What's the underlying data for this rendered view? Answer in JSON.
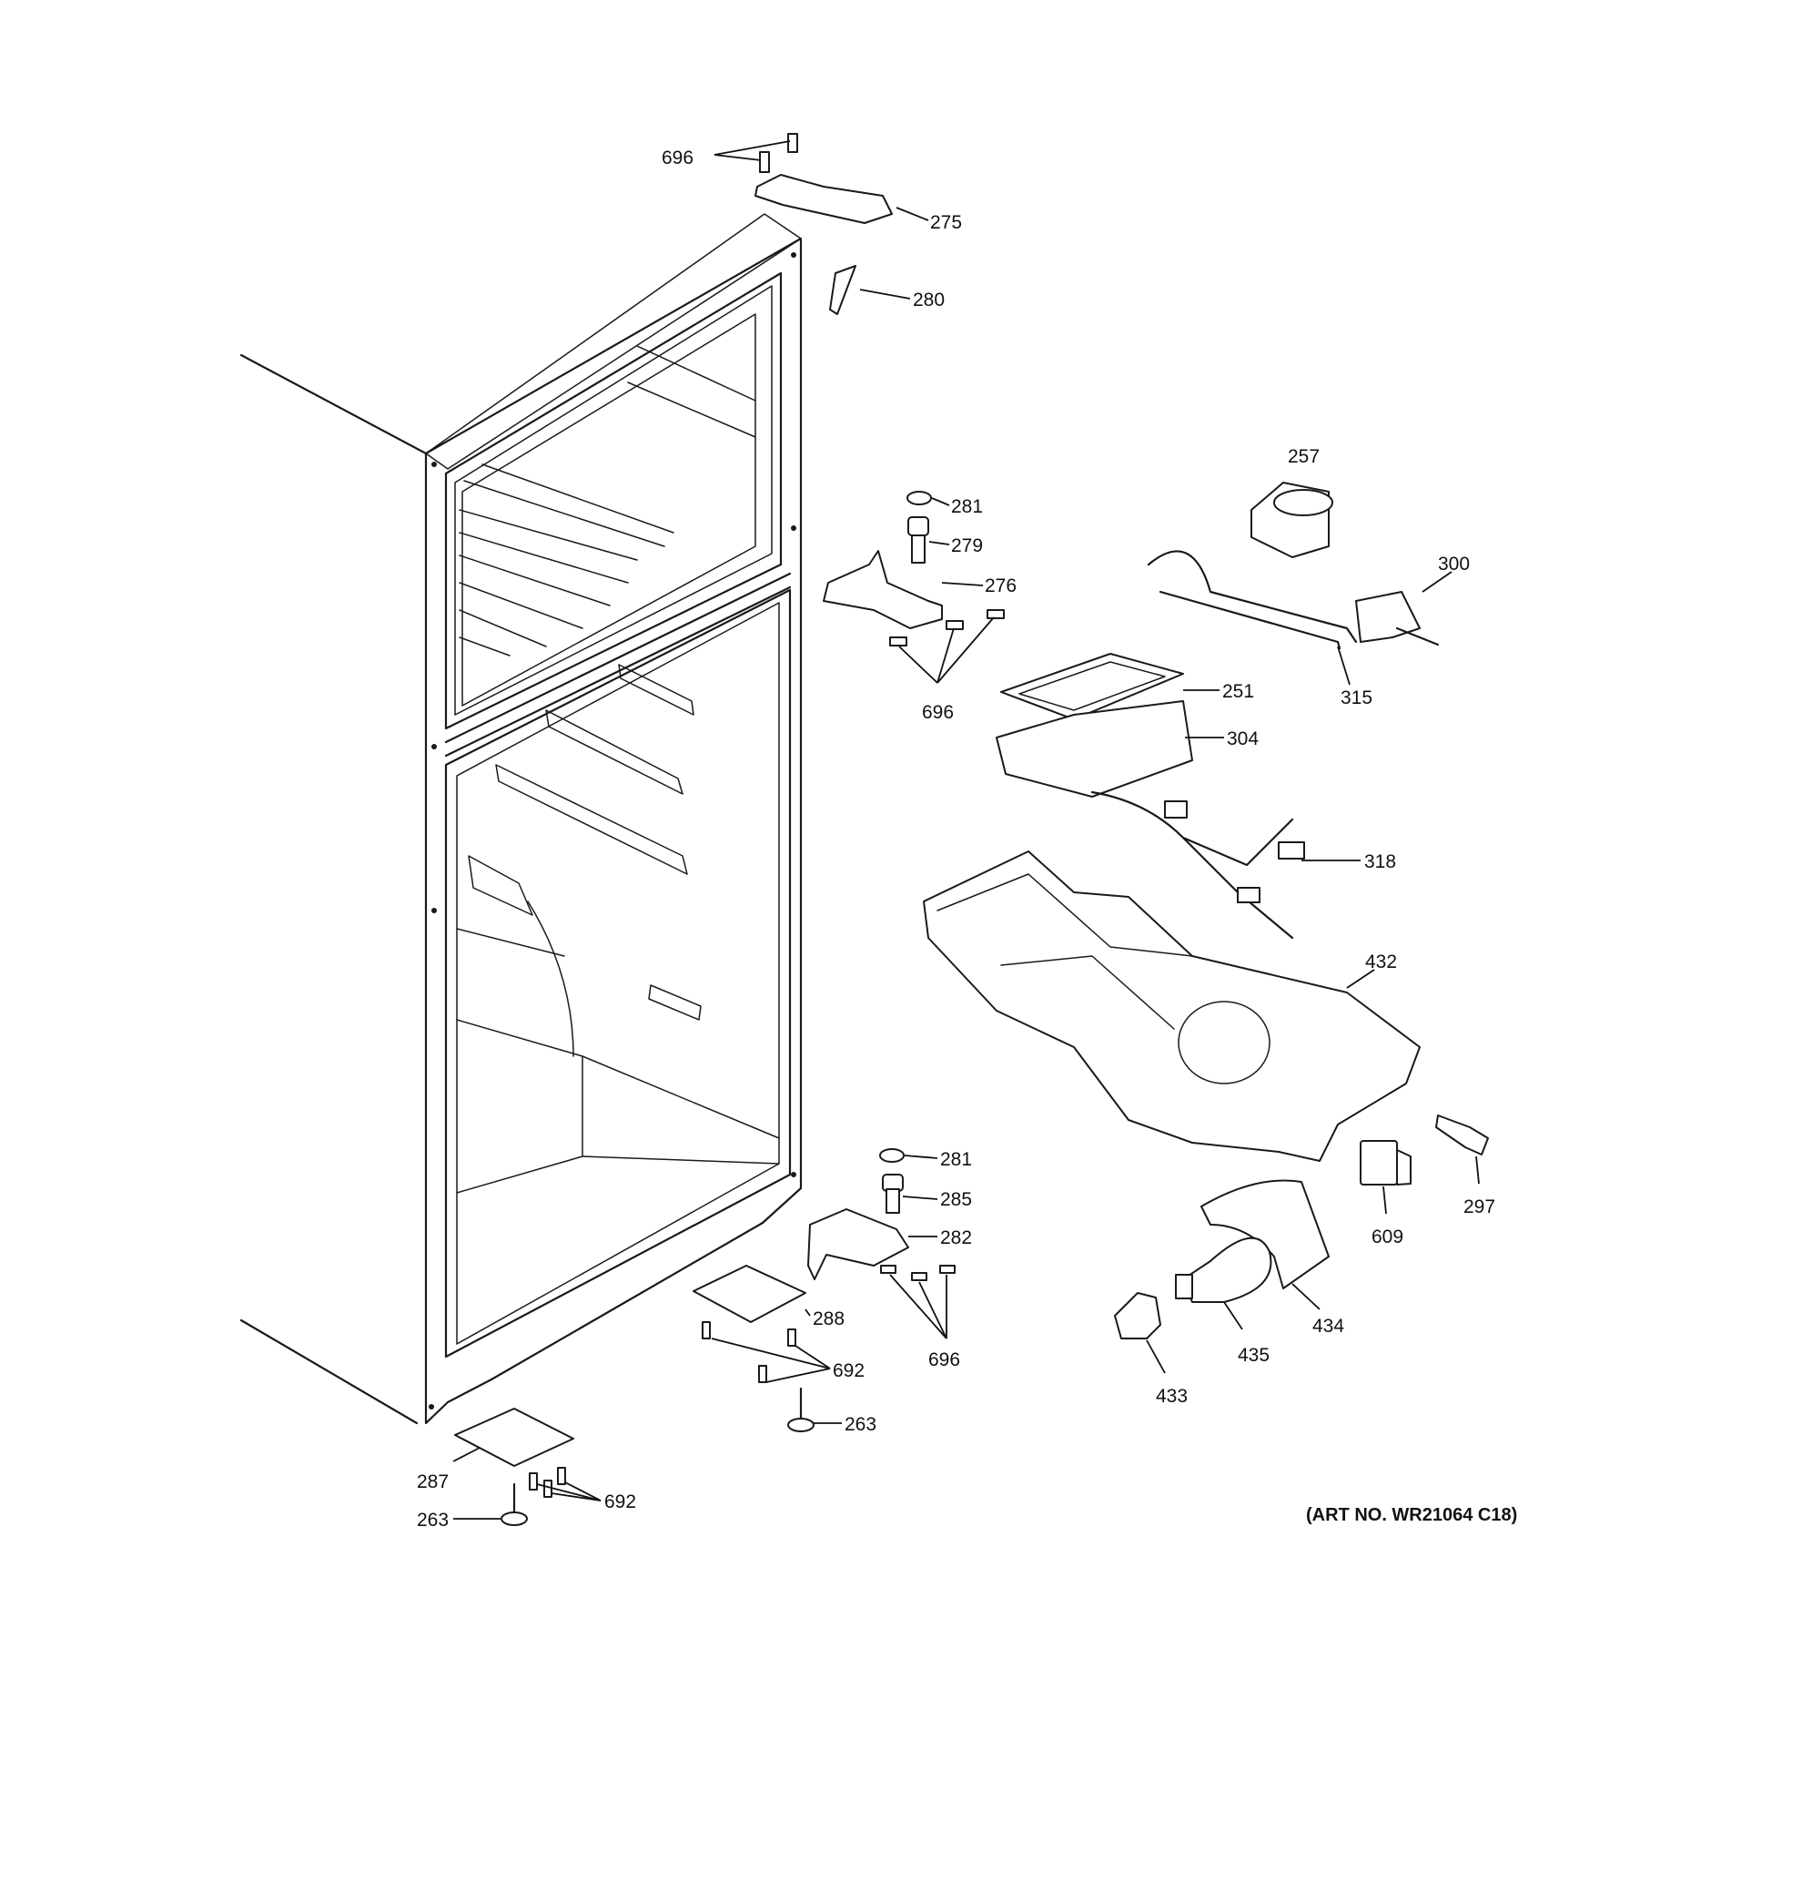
{
  "parts": {
    "p696_top": "696",
    "p275": "275",
    "p280": "280",
    "p281_upper": "281",
    "p279": "279",
    "p276": "276",
    "p696_mid": "696",
    "p257": "257",
    "p300": "300",
    "p315": "315",
    "p251": "251",
    "p304": "304",
    "p318": "318",
    "p432": "432",
    "p297": "297",
    "p609": "609",
    "p281_lower": "281",
    "p285": "285",
    "p282": "282",
    "p288": "288",
    "p692_mid": "692",
    "p696_low": "696",
    "p263_mid": "263",
    "p434": "434",
    "p435": "435",
    "p433": "433",
    "p287": "287",
    "p692_low": "692",
    "p263_low": "263"
  },
  "art_number": "(ART NO. WR21064 C18)"
}
